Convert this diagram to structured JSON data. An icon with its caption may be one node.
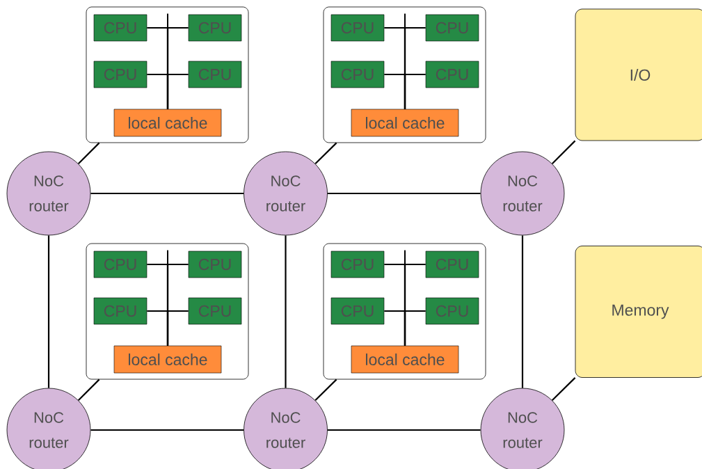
{
  "diagram": {
    "nodes": [
      {
        "text": [],
        "shape": "box"
      },
      {
        "text": [
          "CPU"
        ],
        "in": 0
      },
      {
        "text": [
          "CPU"
        ],
        "in": 0
      },
      {
        "text": [
          "CPU"
        ],
        "in": 0
      },
      {
        "text": [
          "CPU"
        ],
        "in": 0
      },
      {
        "text": [
          "local cache"
        ],
        "in": 0
      },
      {
        "text": [],
        "shape": "box"
      },
      {
        "text": [
          "CPU"
        ],
        "in": 6
      },
      {
        "text": [
          "CPU"
        ],
        "in": 6
      },
      {
        "text": [
          "CPU"
        ],
        "in": 6
      },
      {
        "text": [
          "CPU"
        ],
        "in": 6
      },
      {
        "text": [
          "local cache"
        ],
        "in": 6
      },
      {
        "text": [
          "I/O"
        ]
      },
      {
        "text": [
          "NoC router"
        ]
      },
      {
        "text": [
          "NoC router"
        ]
      },
      {
        "text": [
          "NoC router"
        ]
      },
      {
        "text": [],
        "shape": "box"
      },
      {
        "text": [
          "CPU"
        ],
        "in": 16
      },
      {
        "text": [
          "CPU"
        ],
        "in": 16
      },
      {
        "text": [
          "CPU"
        ],
        "in": 16
      },
      {
        "text": [
          "CPU"
        ],
        "in": 16
      },
      {
        "text": [
          "local cache"
        ],
        "in": 16
      },
      {
        "text": [],
        "shape": "box"
      },
      {
        "text": [
          "CPU"
        ],
        "in": 22
      },
      {
        "text": [
          "CPU"
        ],
        "in": 22
      },
      {
        "text": [
          "CPU"
        ],
        "in": 22
      },
      {
        "text": [
          "CPU"
        ],
        "in": 22
      },
      {
        "text": [
          "local cache"
        ],
        "in": 22
      },
      {
        "text": [
          "Memory"
        ]
      },
      {
        "text": [
          "NoC router"
        ]
      },
      {
        "text": [
          "NoC router"
        ]
      },
      {
        "text": [
          "NoC router"
        ]
      }
    ],
    "edges": [
      {
        "from": 1,
        "to": 5,
        "arrow": "none"
      },
      {
        "from": 2,
        "to": 5,
        "arrow": "none"
      },
      {
        "from": 3,
        "to": 5,
        "arrow": "none"
      },
      {
        "from": 4,
        "to": 5,
        "arrow": "none"
      },
      {
        "from": 7,
        "to": 11,
        "arrow": "none"
      },
      {
        "from": 8,
        "to": 11,
        "arrow": "none"
      },
      {
        "from": 9,
        "to": 11,
        "arrow": "none"
      },
      {
        "from": 10,
        "to": 11,
        "arrow": "none"
      },
      {
        "from": 17,
        "to": 21,
        "arrow": "none"
      },
      {
        "from": 18,
        "to": 21,
        "arrow": "none"
      },
      {
        "from": 19,
        "to": 21,
        "arrow": "none"
      },
      {
        "from": 20,
        "to": 21,
        "arrow": "none"
      },
      {
        "from": 23,
        "to": 27,
        "arrow": "none"
      },
      {
        "from": 24,
        "to": 27,
        "arrow": "none"
      },
      {
        "from": 25,
        "to": 27,
        "arrow": "none"
      },
      {
        "from": 26,
        "to": 27,
        "arrow": "none"
      },
      {
        "from": 13,
        "to": 0,
        "arrow": "none"
      },
      {
        "from": 14,
        "to": 6,
        "arrow": "none"
      },
      {
        "from": 15,
        "to": 12,
        "arrow": "none"
      },
      {
        "from": 29,
        "to": 16,
        "arrow": "none"
      },
      {
        "from": 30,
        "to": 22,
        "arrow": "none"
      },
      {
        "from": 31,
        "to": 28,
        "arrow": "none"
      },
      {
        "from": 13,
        "to": 14,
        "arrow": "none"
      },
      {
        "from": 14,
        "to": 15,
        "arrow": "none"
      },
      {
        "from": 29,
        "to": 30,
        "arrow": "none"
      },
      {
        "from": 30,
        "to": 31,
        "arrow": "none"
      },
      {
        "from": 13,
        "to": 29,
        "arrow": "none"
      },
      {
        "from": 14,
        "to": 30,
        "arrow": "none"
      },
      {
        "from": 15,
        "to": 31,
        "arrow": "none"
      }
    ]
  }
}
